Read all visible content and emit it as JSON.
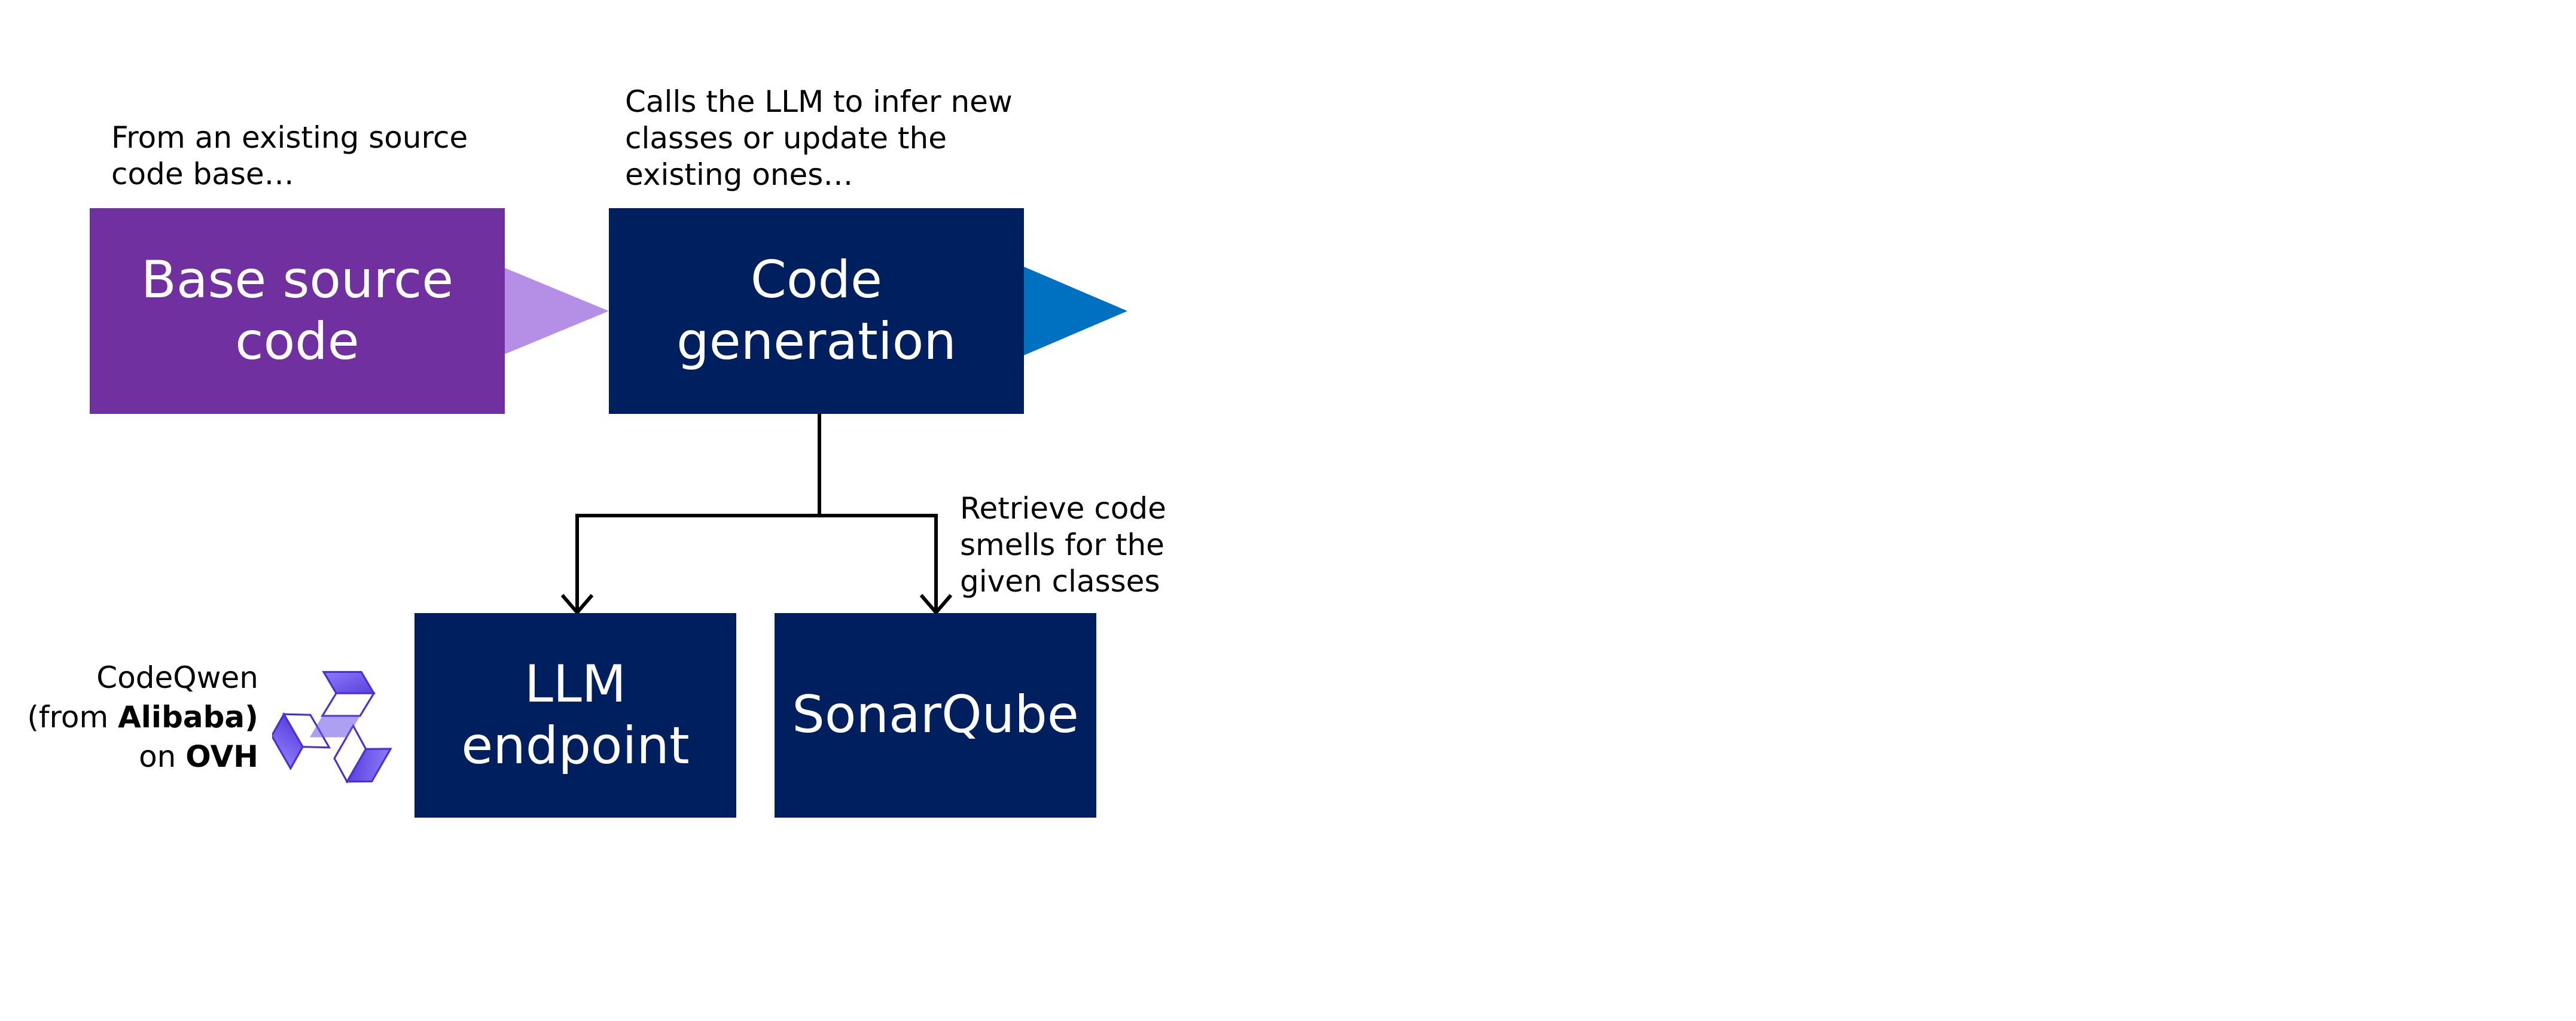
{
  "boxes": {
    "base": {
      "label": "Base source code",
      "color": "#7030a0"
    },
    "codegen": {
      "label": "Code generation",
      "color": "#001f5f"
    },
    "llm": {
      "label": "LLM endpoint",
      "color": "#001f5f"
    },
    "sonar": {
      "label": "SonarQube",
      "color": "#001f5f"
    }
  },
  "notes": {
    "base": "From an existing source\ncode base…",
    "codegen": "Calls the LLM to infer new\nclasses or update the\nexisting ones…",
    "sonar": "Retrieve code\nsmells for the\ngiven classes"
  },
  "provider": {
    "name": "CodeQwen",
    "from_prefix": "(from ",
    "from_company": "Alibaba",
    "from_suffix": ")",
    "host_prefix": "on ",
    "host": "OVH",
    "logo_icon": "qwen-logo-icon"
  },
  "arrows": {
    "base_to_codegen_color": "#b58ee6",
    "codegen_output_color": "#0070c0",
    "connector_color": "#000000"
  }
}
